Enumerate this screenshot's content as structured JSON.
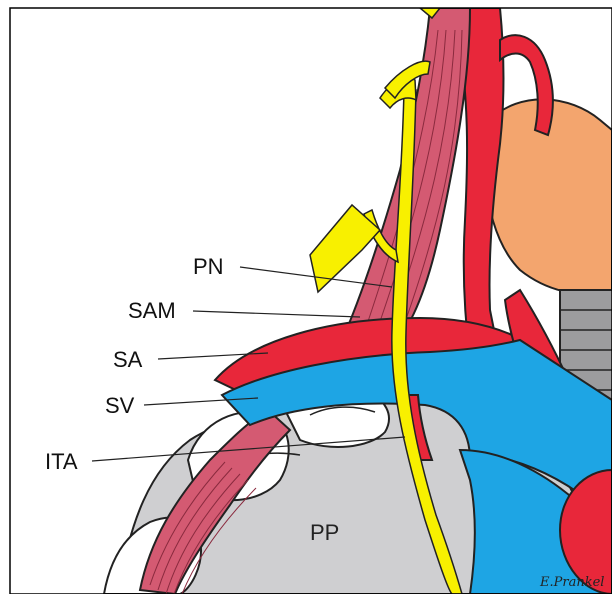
{
  "labels": {
    "pn": "PN",
    "sam": "SAM",
    "sa": "SA",
    "sv": "SV",
    "ita": "ITA",
    "pp": "PP"
  },
  "signature": "E.Prankel",
  "colors": {
    "artery": "#E8273A",
    "vein": "#1EA5E4",
    "nerve": "#F8F000",
    "muscle": "#D45A72",
    "thyroid": "#F3A56E",
    "pleura": "#CFCFD1",
    "trachea": "#9C9C9E"
  }
}
